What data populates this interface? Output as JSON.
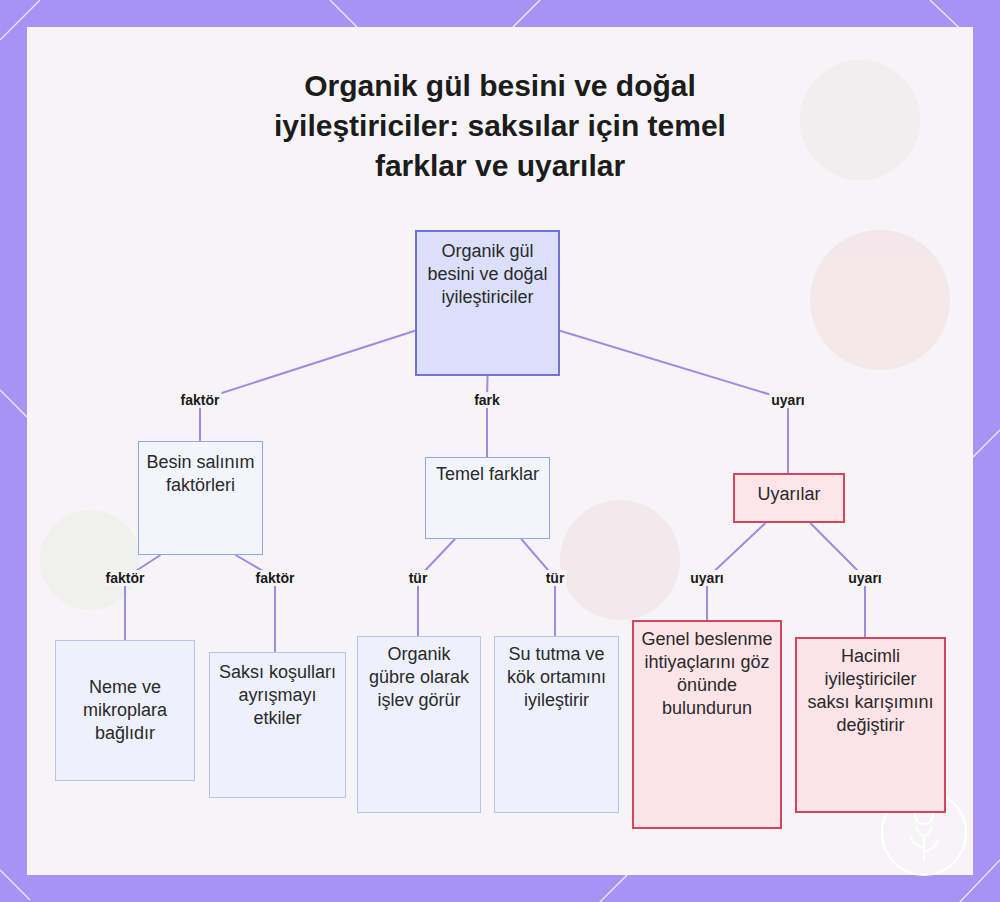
{
  "diagram": {
    "title": "Organik gül besini ve doğal iyileştiriciler: saksılar için temel farklar ve uyarılar",
    "nodes": [
      {
        "text": [
          "Organik gül besini ve doğal iyileştiriciler"
        ]
      },
      {
        "text": [
          "Besin salınım faktörleri"
        ]
      },
      {
        "text": [
          "Temel farklar"
        ]
      },
      {
        "text": [
          "Uyarılar"
        ]
      },
      {
        "text": [
          "Neme ve mikroplara bağlıdır"
        ]
      },
      {
        "text": [
          "Saksı koşulları ayrışmayı etkiler"
        ]
      },
      {
        "text": [
          "Organik gübre olarak işlev görür"
        ]
      },
      {
        "text": [
          "Su tutma ve kök ortamını iyileştirir"
        ]
      },
      {
        "text": [
          "Genel beslenme ihtiyaçlarını göz önünde bulundurun"
        ]
      },
      {
        "text": [
          "Hacimli iyileştiriciler saksı karışımını değiştirir"
        ]
      }
    ],
    "edges": [
      {
        "from": 0,
        "to": 1,
        "label": "faktör",
        "arrow": "none"
      },
      {
        "from": 0,
        "to": 2,
        "label": "fark",
        "arrow": "none"
      },
      {
        "from": 0,
        "to": 3,
        "label": "uyarı",
        "arrow": "none"
      },
      {
        "from": 1,
        "to": 4,
        "label": "faktör",
        "arrow": "none"
      },
      {
        "from": 1,
        "to": 5,
        "label": "faktör",
        "arrow": "none"
      },
      {
        "from": 2,
        "to": 6,
        "label": "tür",
        "arrow": "none"
      },
      {
        "from": 2,
        "to": 7,
        "label": "tür",
        "arrow": "none"
      },
      {
        "from": 3,
        "to": 8,
        "label": "uyarı",
        "arrow": "none"
      },
      {
        "from": 3,
        "to": 9,
        "label": "uyarı",
        "arrow": "none"
      }
    ]
  }
}
